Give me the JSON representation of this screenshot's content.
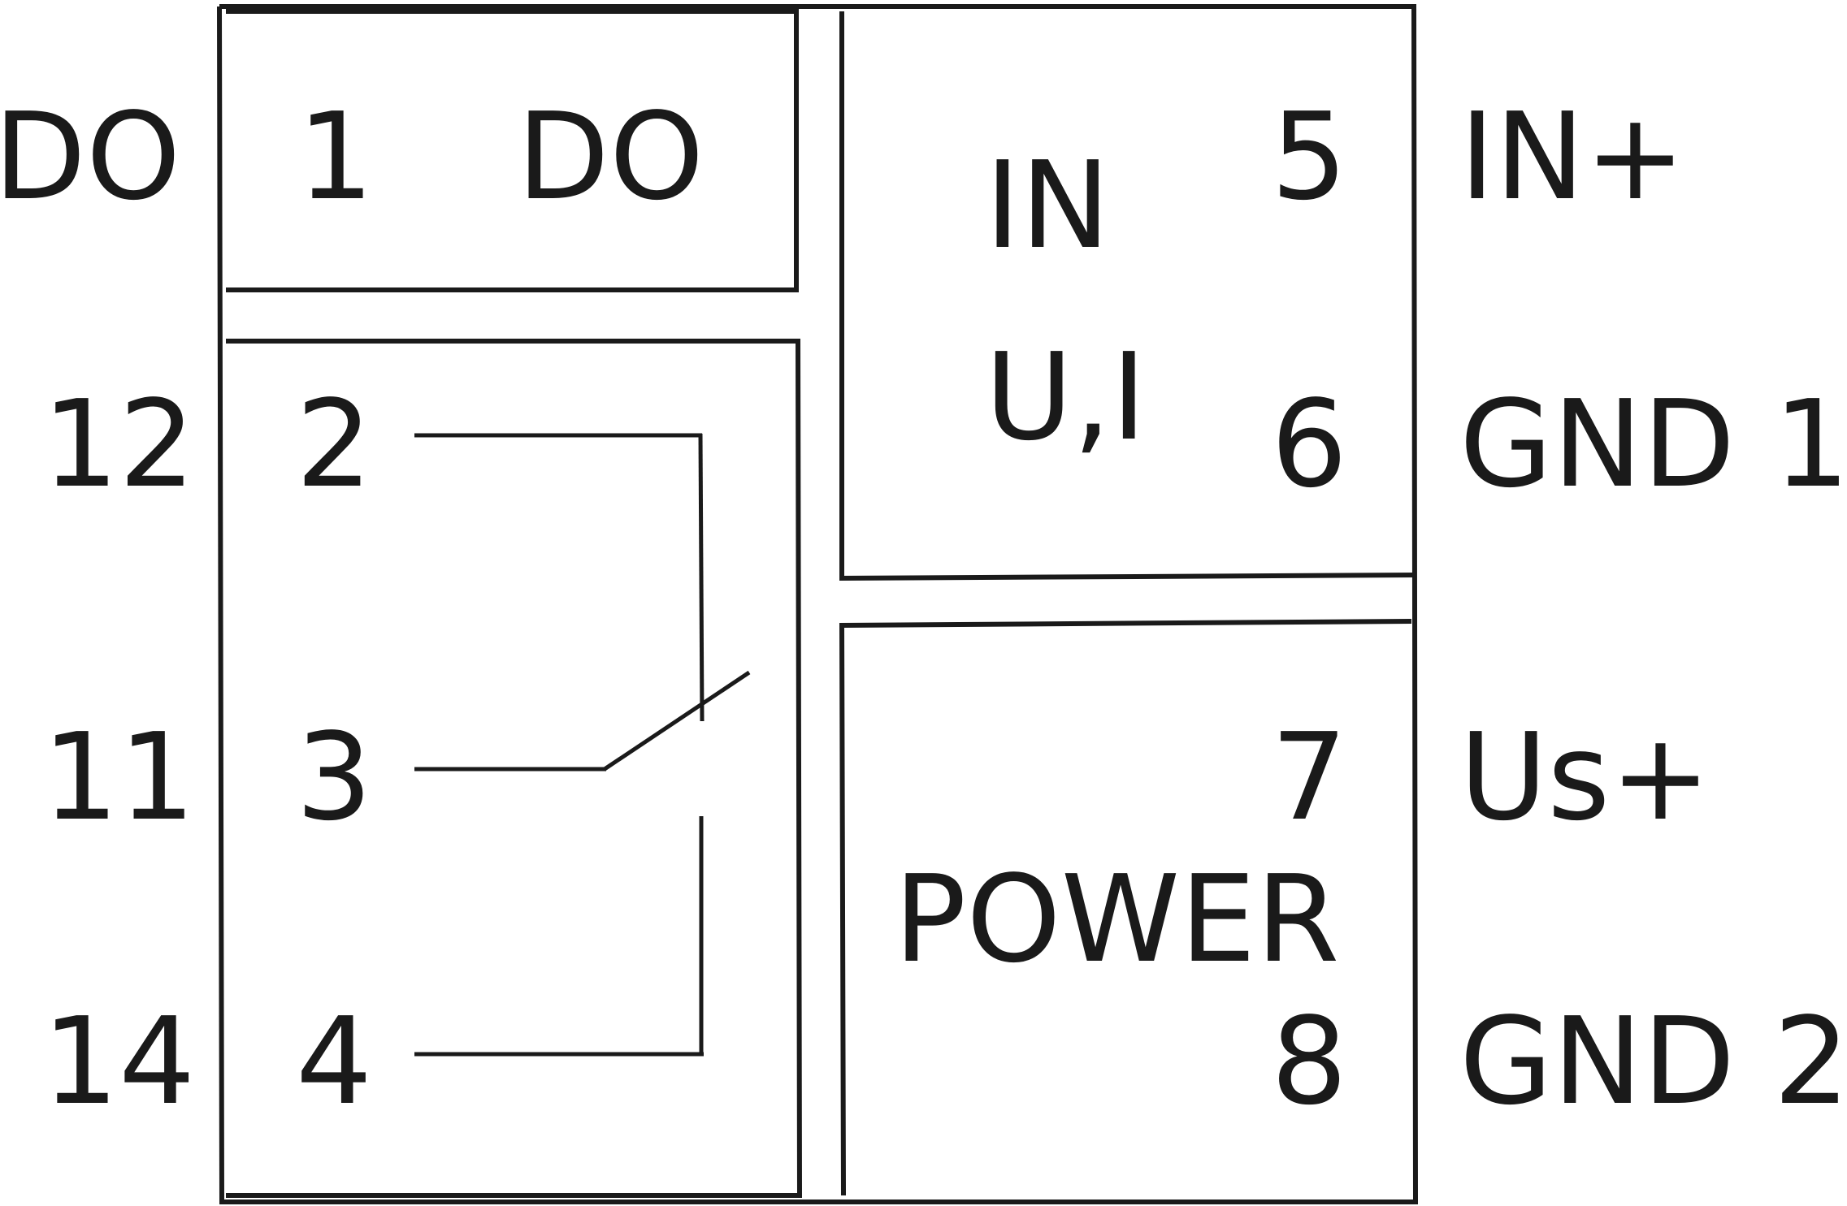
{
  "left_terminals": {
    "do": "DO",
    "t12": "12",
    "t11": "11",
    "t14": "14"
  },
  "relay_block": {
    "pin1": "1",
    "do_label": "DO",
    "pin2": "2",
    "pin3": "3",
    "pin4": "4"
  },
  "input_block": {
    "in_label": "IN",
    "ui_label": "U,I",
    "pin5": "5",
    "pin6": "6"
  },
  "power_block": {
    "power_label": "POWER",
    "pin7": "7",
    "pin8": "8"
  },
  "right_terminals": {
    "in_plus": "IN+",
    "gnd1": "GND 1",
    "us_plus": "Us+",
    "gnd2": "GND 2"
  },
  "colors": {
    "line": "#1a1a1a",
    "background": "#ffffff"
  }
}
